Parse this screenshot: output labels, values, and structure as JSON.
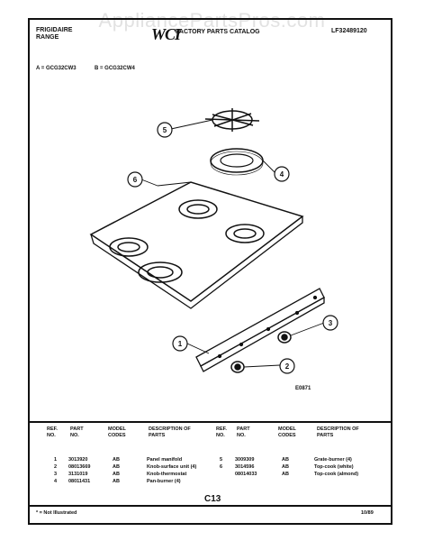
{
  "watermark": "AppliancePartsPros.com",
  "header": {
    "brand_line1": "FRIGIDAIRE",
    "brand_line2": "RANGE",
    "logo": "WCI",
    "catalog": "FACTORY PARTS CATALOG",
    "doc_number": "LF32489120"
  },
  "models": {
    "a": "A = GCG32CW3",
    "b": "B = GCG32CW4"
  },
  "callouts": [
    "1",
    "2",
    "3",
    "4",
    "5",
    "6"
  ],
  "diagram_code": "E0871",
  "table": {
    "headers": {
      "ref": "REF. NO.",
      "part": "PART NO.",
      "model": "MODEL CODES",
      "desc": "DESCRIPTION OF PARTS"
    },
    "left_rows": [
      {
        "ref": "1",
        "part": "3013920",
        "model": "AB",
        "desc": "Panel manifold"
      },
      {
        "ref": "2",
        "part": "08013669",
        "model": "AB",
        "desc": "Knob-surface unit (4)"
      },
      {
        "ref": "3",
        "part": "3131019",
        "model": "AB",
        "desc": "Knob-thermostat"
      },
      {
        "ref": "4",
        "part": "08011431",
        "model": "AB",
        "desc": "Pan-burner (4)"
      }
    ],
    "right_rows": [
      {
        "ref": "5",
        "part": "3009309",
        "model": "AB",
        "desc": "Grate-burner (4)"
      },
      {
        "ref": "6",
        "part": "3014596",
        "model": "AB",
        "desc": "Top-cook (white)"
      },
      {
        "ref": "",
        "part": "08014033",
        "model": "AB",
        "desc": "Top-cook (almond)"
      }
    ]
  },
  "footer": {
    "page": "C13",
    "note": "* = Not Illustrated",
    "date": "10/89"
  }
}
